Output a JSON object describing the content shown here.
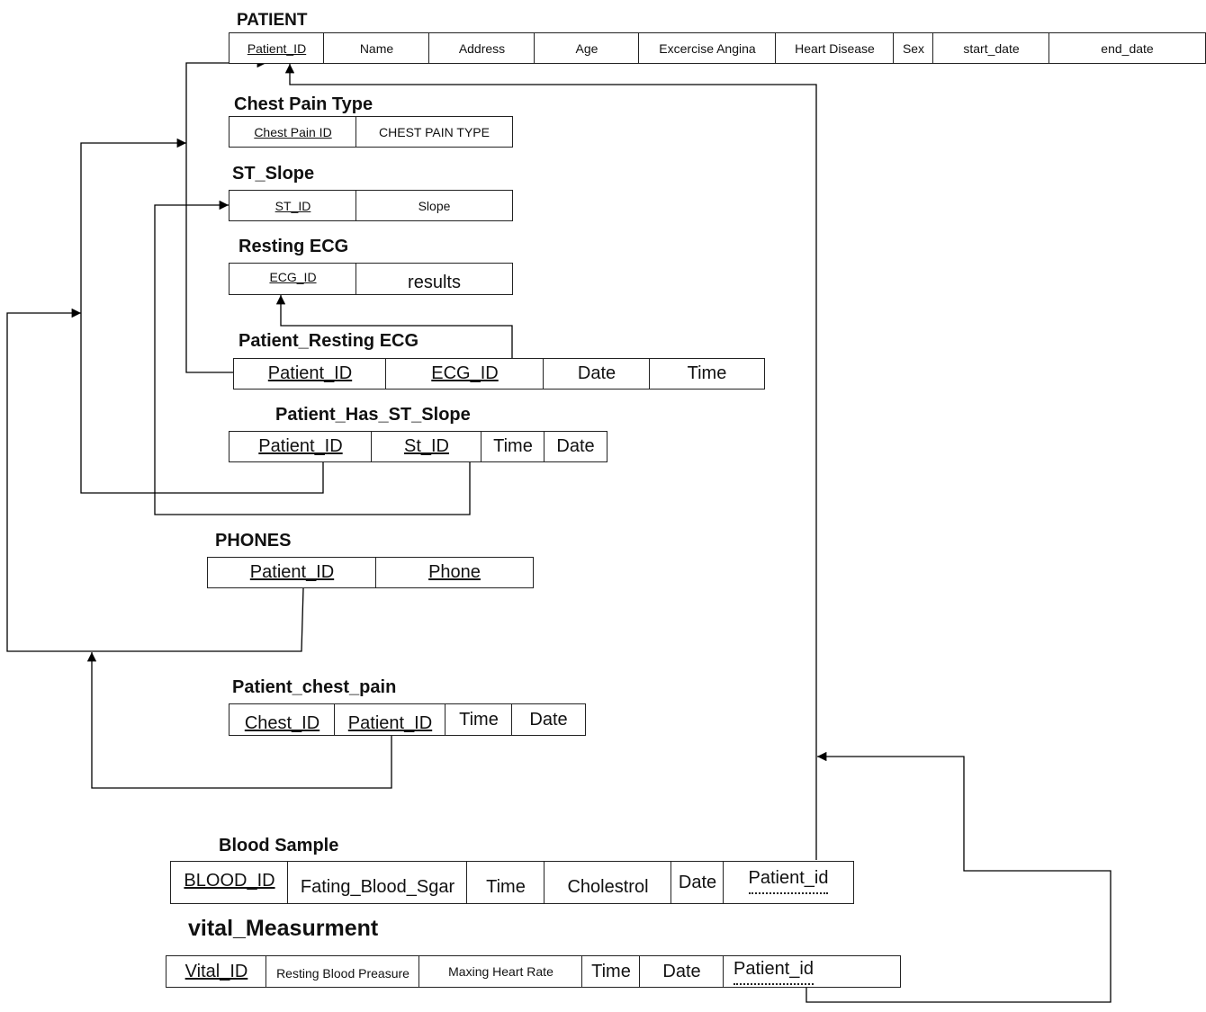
{
  "tables": {
    "patient": {
      "title": "PATIENT",
      "cols": [
        "Patient_ID",
        "Name",
        "Address",
        "Age",
        "Excercise Angina",
        "Heart Disease",
        "Sex",
        "start_date",
        "end_date"
      ]
    },
    "chest_pain_type": {
      "title": "Chest Pain Type",
      "cols": [
        "Chest Pain ID",
        "CHEST PAIN TYPE"
      ]
    },
    "st_slope": {
      "title": "ST_Slope",
      "cols": [
        "ST_ID",
        "Slope"
      ]
    },
    "resting_ecg": {
      "title": "Resting ECG",
      "cols": [
        "ECG_ID",
        "results"
      ]
    },
    "patient_resting_ecg": {
      "title": "Patient_Resting ECG",
      "cols": [
        "Patient_ID",
        "ECG_ID",
        "Date",
        "Time"
      ]
    },
    "patient_has_st_slope": {
      "title": "Patient_Has_ST_Slope",
      "cols": [
        "Patient_ID",
        "St_ID",
        "Time",
        "Date"
      ]
    },
    "phones": {
      "title": "PHONES",
      "cols": [
        "Patient_ID",
        "Phone"
      ]
    },
    "patient_chest_pain": {
      "title": "Patient_chest_pain",
      "cols": [
        "Chest_ID",
        "Patient_ID",
        "Time",
        "Date"
      ]
    },
    "blood_sample": {
      "title": "Blood Sample",
      "cols": [
        "BLOOD_ID",
        "Fating_Blood_Sgar",
        "Time",
        "Cholestrol",
        "Date",
        "Patient_id"
      ]
    },
    "vital_measurment": {
      "title": "vital_Measurment",
      "cols": [
        "Vital_ID",
        "Resting Blood Preasure",
        "Maxing Heart Rate",
        "Time",
        "Date",
        "Patient_id"
      ]
    }
  }
}
